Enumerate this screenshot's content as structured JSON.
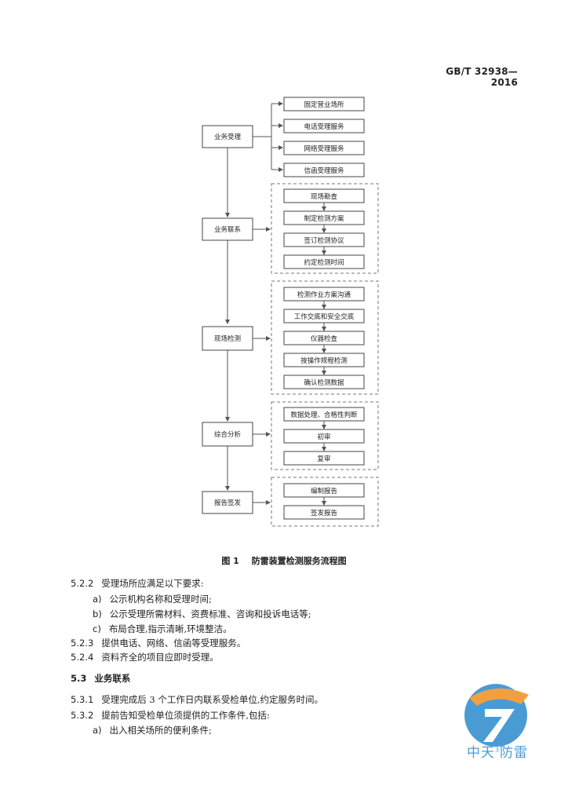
{
  "header": {
    "standard_number": "GB/T 32938—2016"
  },
  "flowchart": {
    "stages": [
      {
        "id": "acceptance",
        "label": "业务受理"
      },
      {
        "id": "contact",
        "label": "业务联系"
      },
      {
        "id": "onsite",
        "label": "现场检测"
      },
      {
        "id": "analysis",
        "label": "综合分析"
      },
      {
        "id": "report",
        "label": "报告签发"
      }
    ],
    "acceptance_channels": [
      "固定营业场所",
      "电话受理服务",
      "网络受理服务",
      "信函受理服务"
    ],
    "contact_steps": [
      "现场勘查",
      "制定检测方案",
      "签订检测协议",
      "约定检测时间"
    ],
    "onsite_steps": [
      "检测作业方案沟通",
      "工作交底和安全交底",
      "仪器检查",
      "按操作规程检测",
      "确认检测数据"
    ],
    "analysis_steps": [
      "数据处理、合格性判断",
      "初审",
      "复审"
    ],
    "report_steps": [
      "编制报告",
      "签发报告"
    ]
  },
  "figure": {
    "number": "图 1",
    "title": "防雷装置检测服务流程图"
  },
  "body": {
    "s522_num": "5.2.2",
    "s522_text": "受理场所应满足以下要求:",
    "s522_items": [
      {
        "mark": "a)",
        "text": "公示机构名称和受理时间;"
      },
      {
        "mark": "b)",
        "text": "公示受理所需材料、资费标准、咨询和投诉电话等;"
      },
      {
        "mark": "c)",
        "text": "布局合理,指示清晰,环境整洁。"
      }
    ],
    "s523_num": "5.2.3",
    "s523_text": "提供电话、网络、信函等受理服务。",
    "s524_num": "5.2.4",
    "s524_text": "资料齐全的项目应即时受理。",
    "s53_num": "5.3",
    "s53_title": "业务联系",
    "s531_num": "5.3.1",
    "s531_text": "受理完成后 3 个工作日内联系受检单位,约定服务时间。",
    "s532_num": "5.3.2",
    "s532_text": "提前告知受检单位须提供的工作条件,包括:",
    "s532_items": [
      {
        "mark": "a)",
        "text": "出入相关场所的便利条件;"
      }
    ]
  },
  "logo": {
    "text_main": "中天",
    "text_sup": "3",
    "text_tail": "防雷",
    "colors": {
      "blue": "#4a9bd4",
      "orange": "#f0a040"
    }
  }
}
